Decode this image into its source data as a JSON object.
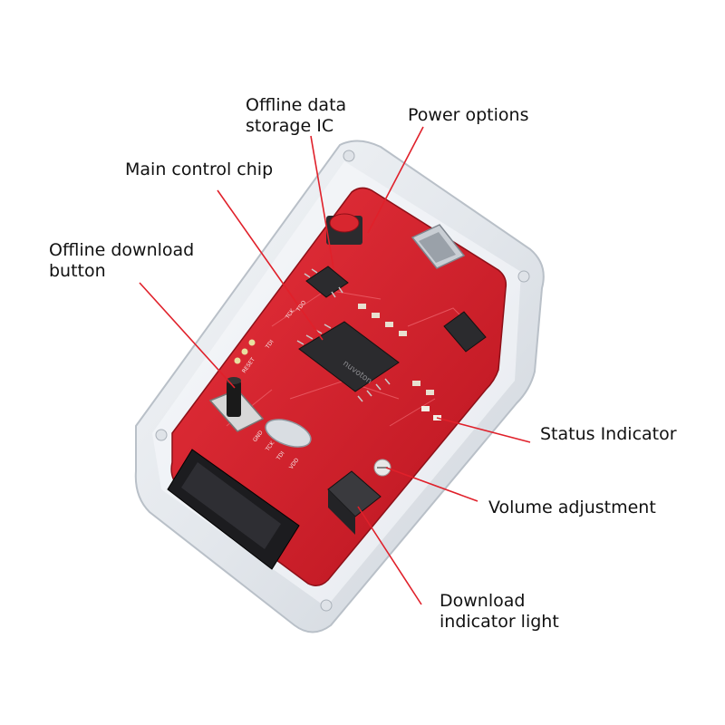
{
  "colors": {
    "pcb": "#d81e2a",
    "pcb_dark": "#a8141d",
    "case": "#e9edf1",
    "leader": "#e0202a",
    "chip": "#2b2b2e"
  },
  "callouts": {
    "offline_data": {
      "line1": "Offline data",
      "line2": "storage IC"
    },
    "power": {
      "line1": "Power options"
    },
    "main_chip": {
      "line1": "Main control chip"
    },
    "offline_button": {
      "line1": "Offline download",
      "line2": "button"
    },
    "status": {
      "line1": "Status Indicator"
    },
    "volume": {
      "line1": "Volume adjustment"
    },
    "download_light": {
      "line1": "Download",
      "line2": "indicator light"
    }
  },
  "board": {
    "chip_brand": "nuvoton",
    "silkscreen": [
      "TCK",
      "TDO",
      "TDI",
      "RESET",
      "GND",
      "TCK",
      "TDI",
      "VDD"
    ]
  }
}
